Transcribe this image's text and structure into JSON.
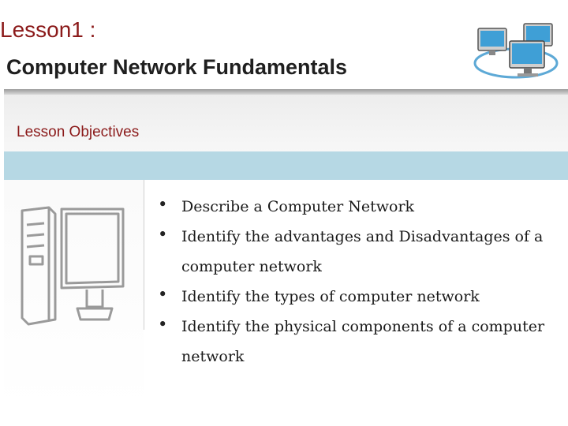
{
  "slide": {
    "title_line1": "Lesson1 :",
    "title_line2": "Computer Network Fundamentals",
    "section_label": "Lesson Objectives"
  },
  "objectives": [
    "Describe a Computer Network",
    "Identify the advantages and Disadvantages of a computer network",
    "Identify the types of computer network",
    "Identify the physical components of a computer network"
  ],
  "colors": {
    "title_accent": "#8b1a1a",
    "band_blue": "#b6d8e4",
    "monitor_screen": "#3f9fd6"
  },
  "icons": {
    "header_graphic": "networked-computers-icon",
    "side_graphic": "desktop-computer-sketch"
  }
}
